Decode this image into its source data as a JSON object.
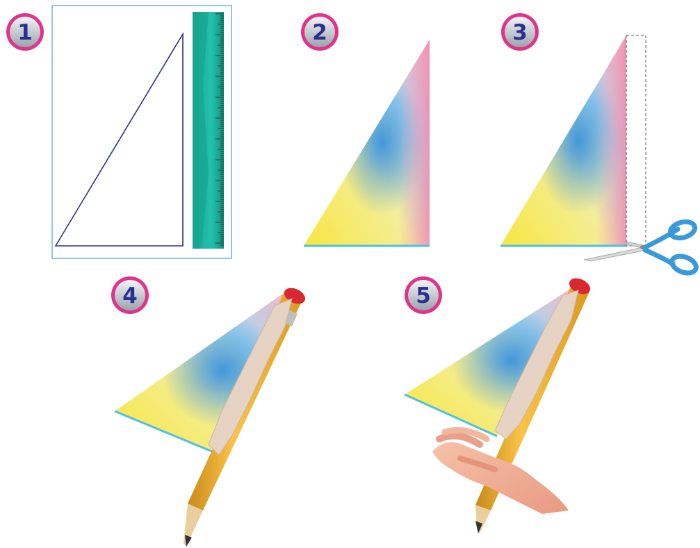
{
  "steps": [
    {
      "number": "1",
      "icon": "paper-with-triangle-and-ruler"
    },
    {
      "number": "2",
      "icon": "colored-triangle"
    },
    {
      "number": "3",
      "icon": "scissors-cut-strip"
    },
    {
      "number": "4",
      "icon": "pencil-roll-start"
    },
    {
      "number": "5",
      "icon": "hand-spin-pencil"
    }
  ],
  "colors": {
    "badge_ring": "#e0338a",
    "badge_fill": "#c9cfd6",
    "badge_text": "#2b2f8f",
    "outline": "#2b2f8f",
    "paper_border": "#4aa0d8",
    "ruler": "#1db3a3",
    "scissors_handle": "#3a9ad9",
    "pencil_body": "#f7b733",
    "eraser": "#d9282f"
  }
}
